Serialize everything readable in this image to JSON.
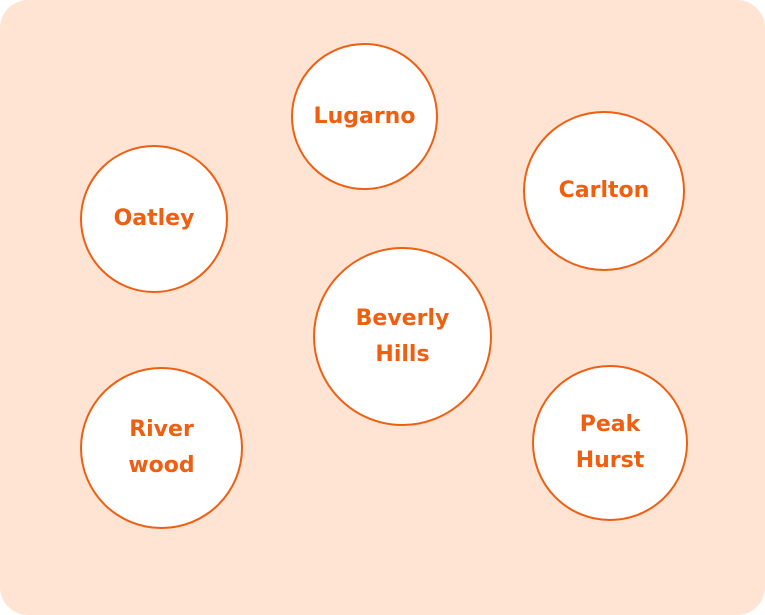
{
  "colors": {
    "background": "#FFE3D3",
    "accent": "#EE5F12",
    "node_fill": "#FFFFFF"
  },
  "nodes": [
    {
      "id": "lugarno",
      "lines": [
        "Lugarno"
      ]
    },
    {
      "id": "carlton",
      "lines": [
        "Carlton"
      ]
    },
    {
      "id": "oatley",
      "lines": [
        "Oatley"
      ]
    },
    {
      "id": "beverly-hills",
      "lines": [
        "Beverly",
        "Hills"
      ]
    },
    {
      "id": "riverwood",
      "lines": [
        "River",
        "wood"
      ]
    },
    {
      "id": "peak-hurst",
      "lines": [
        "Peak",
        "Hurst"
      ]
    }
  ]
}
